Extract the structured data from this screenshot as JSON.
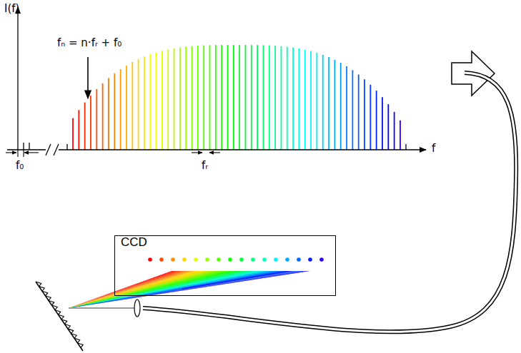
{
  "diagram": {
    "nodes": [
      {
        "text": [
          "CCD"
        ]
      }
    ],
    "labels": [
      "I(f)",
      "fₙ = n·fᵣ + f₀",
      "f",
      "f₀",
      "fᵣ"
    ]
  }
}
